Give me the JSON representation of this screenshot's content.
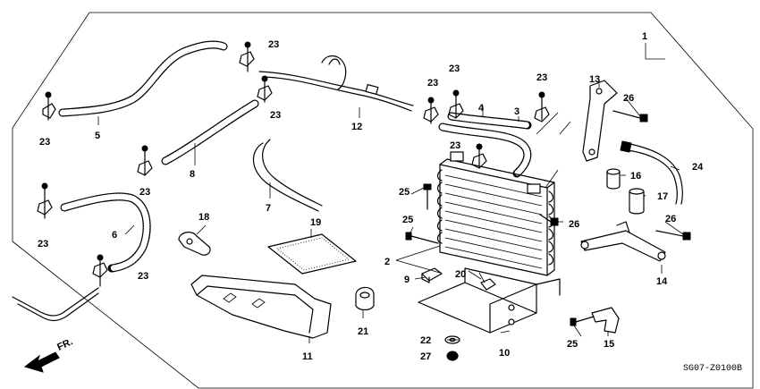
{
  "diagram": {
    "code": "SG07-Z0100B",
    "direction": "FR.",
    "callouts": {
      "c1": "1",
      "c2": "2",
      "c3": "3",
      "c4": "4",
      "c5": "5",
      "c6": "6",
      "c7": "7",
      "c8": "8",
      "c9": "9",
      "c10": "10",
      "c11": "11",
      "c12": "12",
      "c13": "13",
      "c14": "14",
      "c15": "15",
      "c16": "16",
      "c17": "17",
      "c18": "18",
      "c19": "19",
      "c20": "20",
      "c21": "21",
      "c22": "22",
      "c23": "23",
      "c24": "24",
      "c25": "25",
      "c26": "26",
      "c27": "27"
    }
  }
}
